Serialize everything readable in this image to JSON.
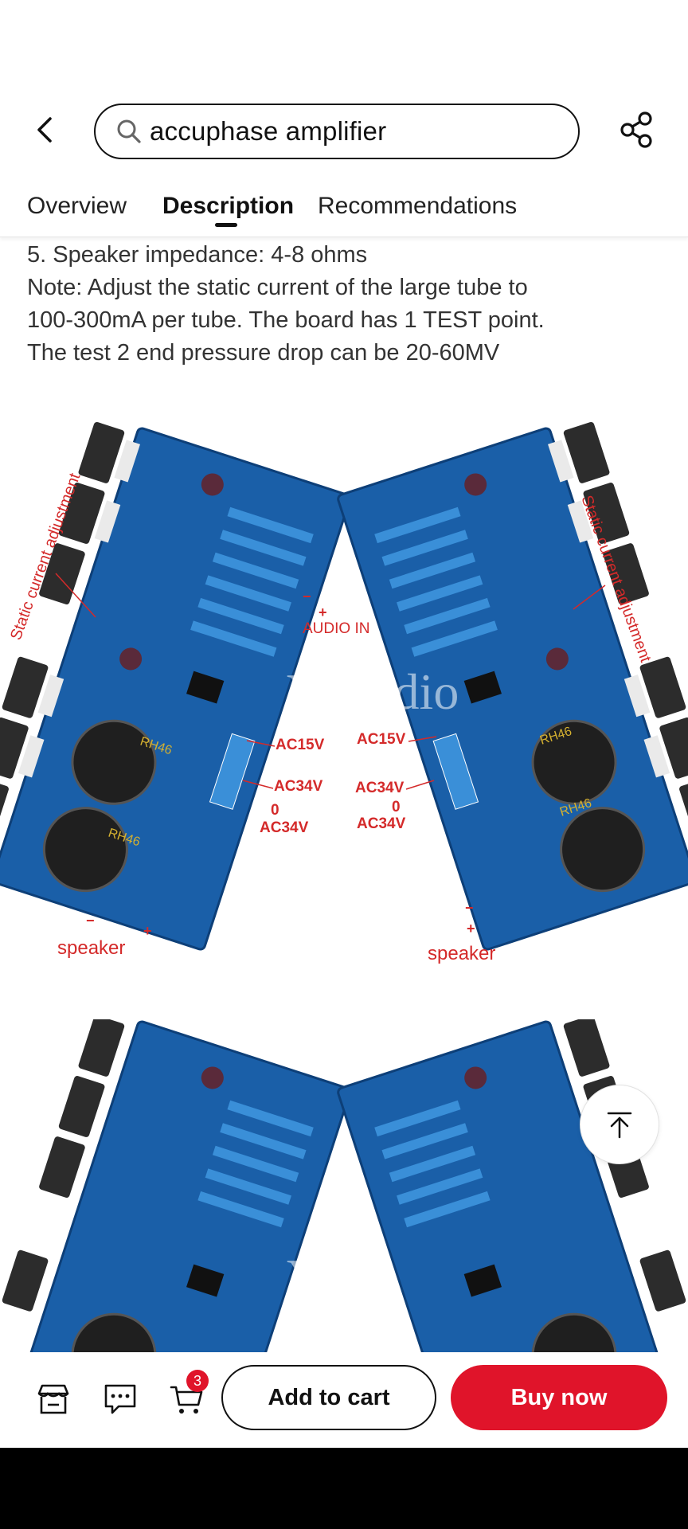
{
  "search": {
    "query": "accuphase amplifier"
  },
  "tabs": [
    {
      "label": "Overview"
    },
    {
      "label": "Description"
    },
    {
      "label": "Recommendations"
    }
  ],
  "description": {
    "lines": [
      "5. Speaker impedance: 4-8 ohms",
      "Note: Adjust the static current of the large tube to",
      "100-300mA per tube. The board has 1 TEST point.",
      "The test 2 end pressure drop can be 20-60MV"
    ]
  },
  "image1": {
    "labels": {
      "static_left": "Static current adjustment",
      "static_right": "Static current adjustment",
      "audio_in": "AUDIO IN",
      "ac15v_left": "AC15V",
      "ac34v_left_1": "AC34V",
      "zero_left": "0",
      "ac34v_left_2": "AC34V",
      "ac15v_right": "AC15V",
      "ac34v_right_1": "AC34V",
      "zero_right": "0",
      "ac34v_right_2": "AC34V",
      "speaker_left": "speaker",
      "speaker_right": "speaker",
      "plus": "+",
      "minus": "−",
      "cap_text": "RH46",
      "watermark": "Y Audio"
    }
  },
  "image2": {
    "labels": {
      "watermark": "Y Au"
    }
  },
  "bottom_bar": {
    "cart_count": "3",
    "add_to_cart": "Add to cart",
    "buy_now": "Buy now"
  },
  "colors": {
    "accent": "#e0142a",
    "board": "#1a5fa8",
    "label_red": "#d42a2a"
  }
}
